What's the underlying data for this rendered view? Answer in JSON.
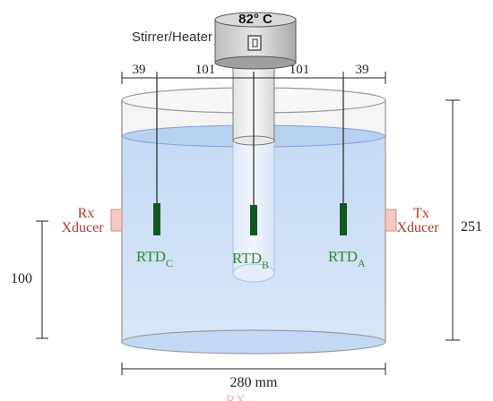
{
  "heater": {
    "label": "Stirrer/Heater",
    "temperature": "82° C"
  },
  "dimensions": {
    "top_left": "39",
    "top_mid_left": "101",
    "top_mid_right": "101",
    "top_right": "39",
    "height": "251",
    "sensor_height": "100",
    "width": "280 mm"
  },
  "transducers": {
    "rx_line1": "Rx",
    "rx_line2": "Xducer",
    "tx_line1": "Tx",
    "tx_line2": "Xducer"
  },
  "sensors": {
    "prefix": "RTD",
    "c": "C",
    "b": "B",
    "a": "A"
  },
  "footer_partial": "RX",
  "colors": {
    "water": "#cfe0f6",
    "water_edge": "#8fb0e0",
    "sensor_green": "#0f5a1f",
    "label_green": "#2e8a2e",
    "xducer": "#f5c9c0",
    "xducer_text": "#b23a2a"
  }
}
